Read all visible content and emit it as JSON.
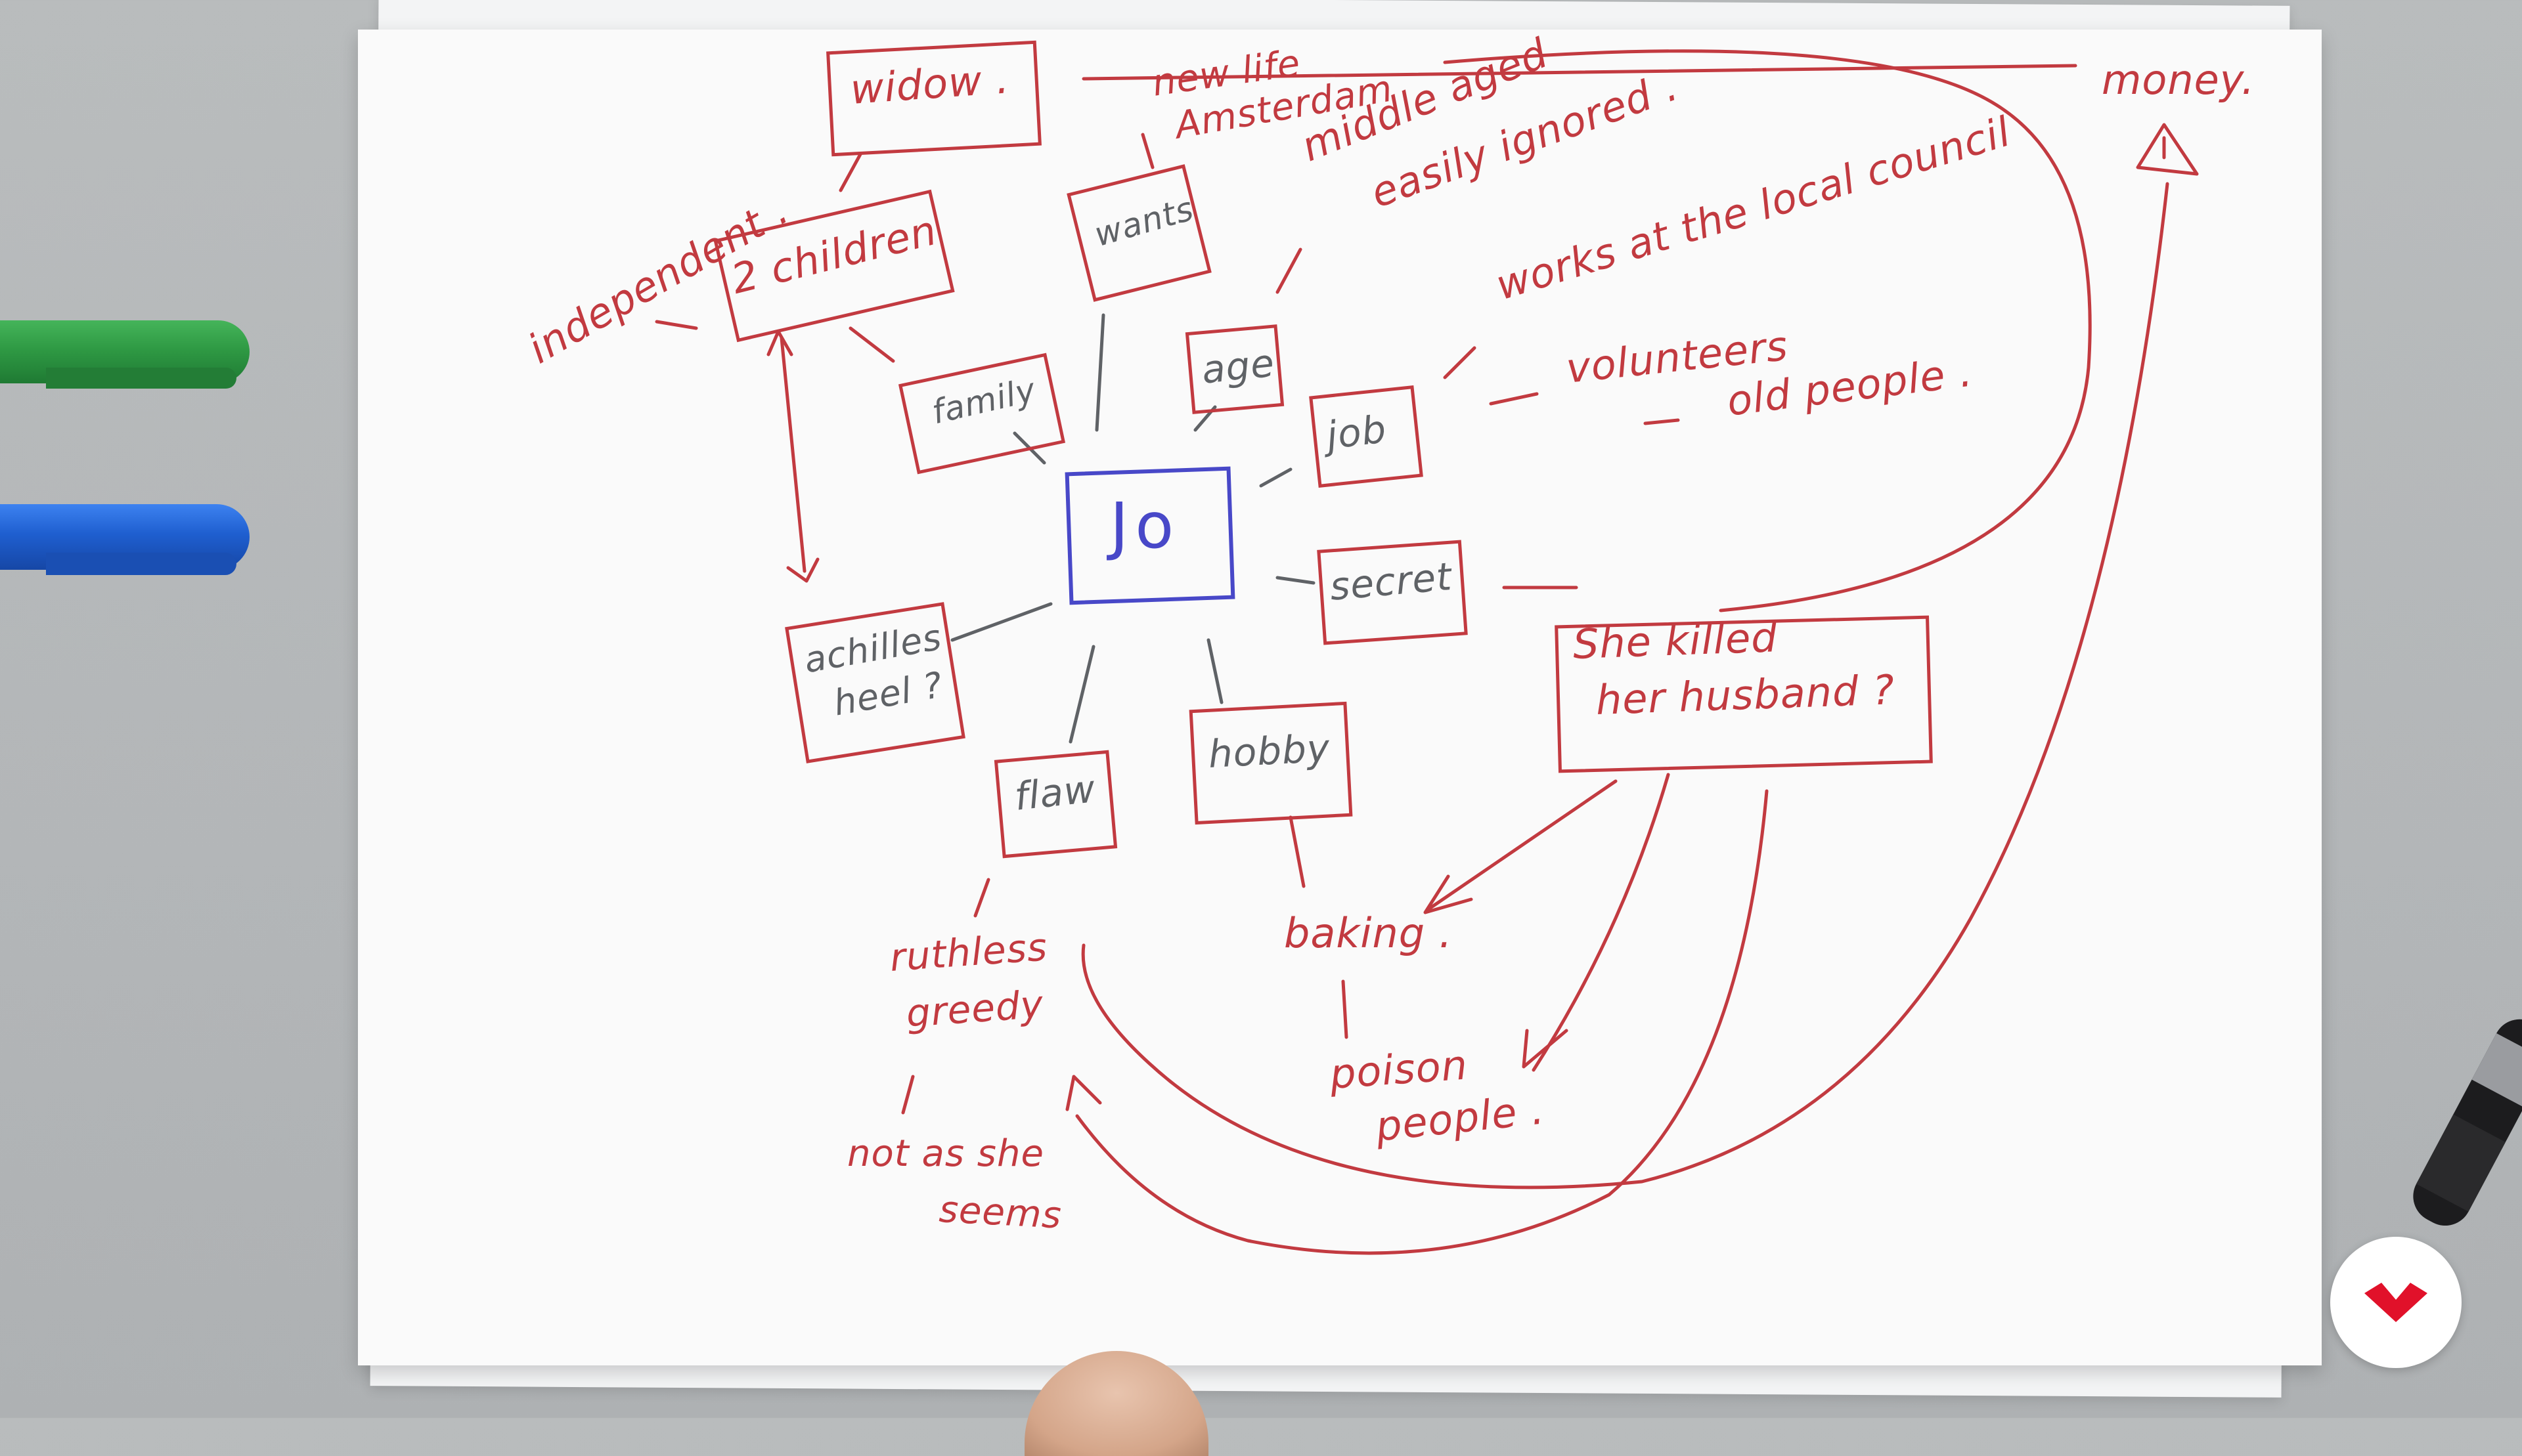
{
  "colors": {
    "ink_red": "#c23a40",
    "ink_gray": "#5f6266",
    "ink_blue": "#4848c8",
    "marker_green": "#2f9a44",
    "marker_blue": "#1f5fd0",
    "logo_red": "#e1112a"
  },
  "center": {
    "label": "Jo"
  },
  "boxes": {
    "widow": "widow .",
    "children": "2 children",
    "wants": "wants",
    "family": "family",
    "age": "age",
    "job": "job",
    "secret": "secret",
    "achilles_line1": "achilles",
    "achilles_line2": "heel ?",
    "flaw": "flaw",
    "hobby": "hobby",
    "killed_line1": "She killed",
    "killed_line2": "her husband ?"
  },
  "notes": {
    "independent": "independent .",
    "new_life": "new life",
    "amsterdam": "Amsterdam",
    "middle_aged": "middle aged",
    "easily_ignored": "easily ignored .",
    "money": "money.",
    "works": "works at the local council",
    "volunteers": "volunteers",
    "old_people": "old people .",
    "ruthless": "ruthless",
    "greedy": "greedy",
    "not_as_she": "not as she",
    "seems": "seems",
    "baking": "baking .",
    "poison": "poison",
    "people": "people ."
  },
  "icons": {
    "logo": "brand-logo-icon",
    "triangle": "warning-triangle-icon"
  }
}
